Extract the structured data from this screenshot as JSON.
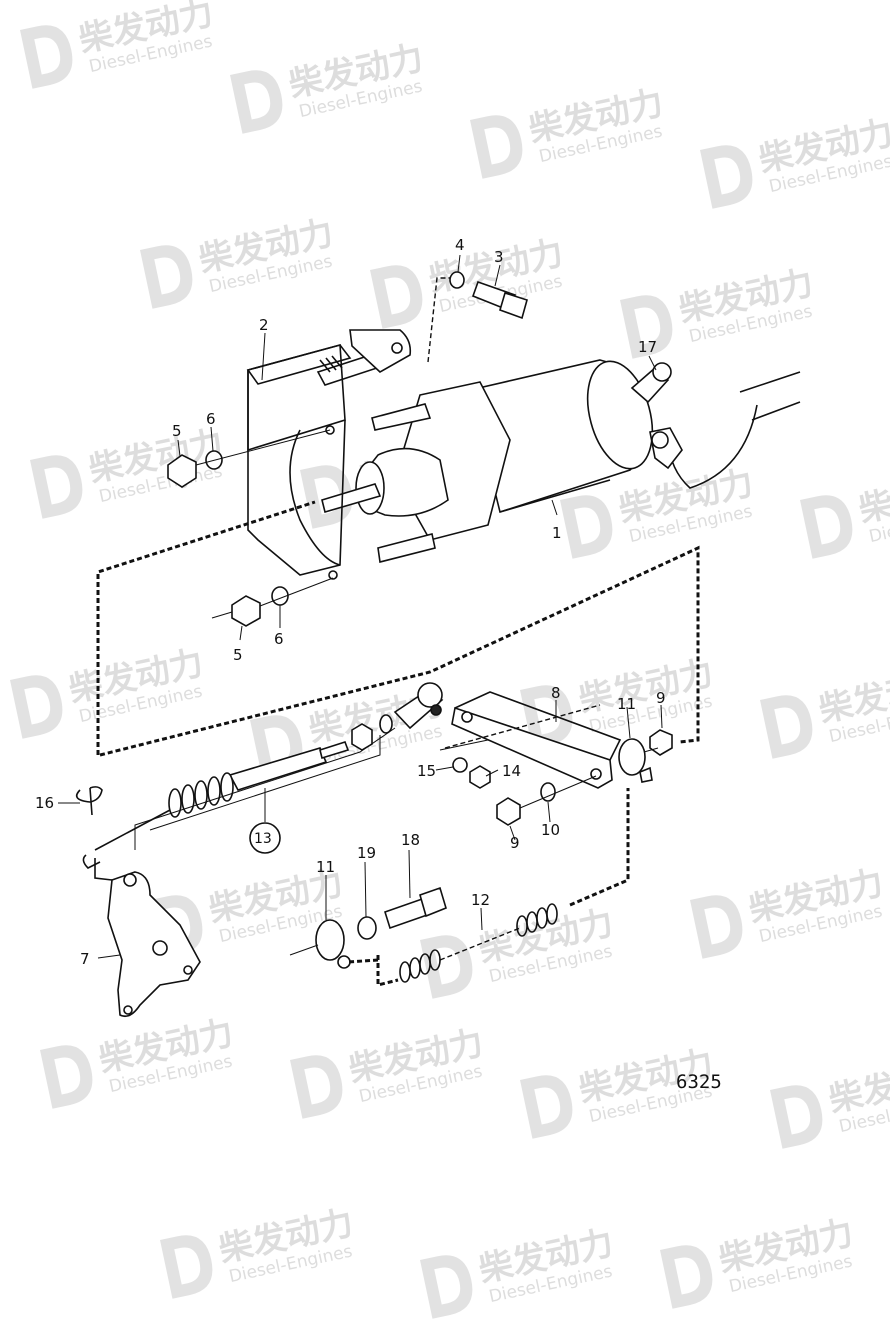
{
  "watermark": {
    "brand": "柴发动力",
    "sub": "Diesel-Engines"
  },
  "callouts": {
    "c1": "1",
    "c2": "2",
    "c3": "3",
    "c4": "4",
    "c5a": "5",
    "c6a": "6",
    "c5b": "5",
    "c6b": "6",
    "c7": "7",
    "c8": "8",
    "c9a": "9",
    "c9b": "9",
    "c10": "10",
    "c11a": "11",
    "c11b": "11",
    "c12": "12",
    "c13": "13",
    "c14": "14",
    "c15": "15",
    "c16": "16",
    "c17": "17",
    "c18": "18",
    "c19": "19"
  },
  "figure_number": "6325"
}
